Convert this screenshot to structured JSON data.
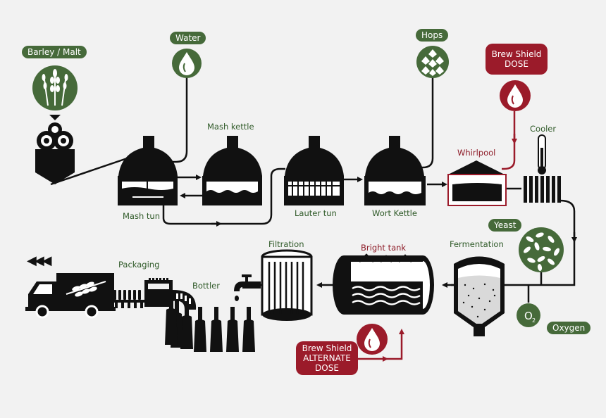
{
  "labels": {
    "barley_malt": "Barley / Malt",
    "water": "Water",
    "hops": "Hops",
    "yeast": "Yeast",
    "oxygen": "Oxygen",
    "mash_kettle": "Mash kettle",
    "mash_tun": "Mash tun",
    "lauter_tun": "Lauter tun",
    "wort_kettle": "Wort Kettle",
    "whirlpool": "Whirlpool",
    "cooler": "Cooler",
    "fermentation": "Fermentation",
    "bright_tank": "Bright tank",
    "filtration": "Filtration",
    "bottler": "Bottler",
    "packaging": "Packaging"
  },
  "brew_shield_dose": {
    "line1": "Brew Shield",
    "line2": "DOSE"
  },
  "brew_shield_alternate": {
    "line1": "Brew Shield",
    "line2": "ALTERNATE",
    "line3": "DOSE"
  },
  "o2_symbol": "O",
  "o2_subscript": "2",
  "truck_arrows": "◀◀◀",
  "icons": [
    "barley-icon",
    "water-drop-icon",
    "hops-icon",
    "brew-shield-drop-icon",
    "yeast-icon",
    "oxygen-icon",
    "thermometer-icon"
  ],
  "colors": {
    "green": "#466a3a",
    "red": "#9b1b2a",
    "black": "#111111",
    "background": "#f2f2f2"
  }
}
